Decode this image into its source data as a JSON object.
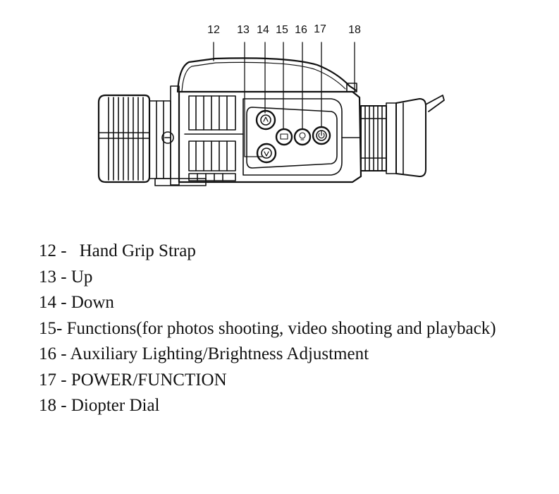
{
  "diagram": {
    "callout_numbers": [
      "12",
      "13",
      "14",
      "15",
      "16",
      "17",
      "18"
    ],
    "button_icons": [
      "up-arrow-icon",
      "down-arrow-icon",
      "camera-icon",
      "light-bulb-icon",
      "power-icon"
    ]
  },
  "legend": {
    "items": [
      {
        "number": "12 -",
        "label": "Hand Grip Strap"
      },
      {
        "number": "13 -",
        "label": "Up"
      },
      {
        "number": "14 -",
        "label": "Down"
      },
      {
        "number": "15-",
        "label": "Functions(for photos shooting, video shooting and playback)"
      },
      {
        "number": "16 -",
        "label": "Auxiliary Lighting/Brightness Adjustment"
      },
      {
        "number": "17 -",
        "label": "POWER/FUNCTION"
      },
      {
        "number": "18 -",
        "label": "Diopter Dial"
      }
    ]
  }
}
